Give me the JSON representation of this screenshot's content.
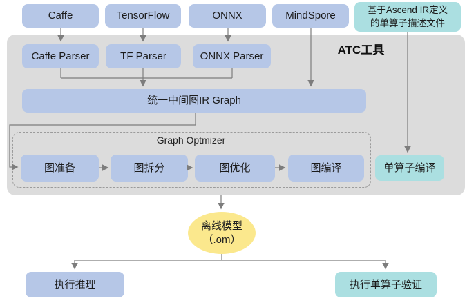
{
  "diagram": {
    "sources": [
      {
        "label": "Caffe"
      },
      {
        "label": "TensorFlow"
      },
      {
        "label": "ONNX"
      },
      {
        "label": "MindSpore"
      }
    ],
    "op_desc_file": {
      "line1": "基于Ascend IR定义",
      "line2": "的单算子描述文件"
    },
    "atc_container": {
      "title": "ATC工具"
    },
    "parsers": [
      {
        "label": "Caffe Parser"
      },
      {
        "label": "TF Parser"
      },
      {
        "label": "ONNX Parser"
      }
    ],
    "ir_graph": {
      "label": "统一中间图IR Graph"
    },
    "graph_optimizer": {
      "title": "Graph Optmizer",
      "steps": [
        {
          "label": "图准备"
        },
        {
          "label": "图拆分"
        },
        {
          "label": "图优化"
        },
        {
          "label": "图编译"
        }
      ]
    },
    "op_compile": {
      "label": "单算子编译"
    },
    "offline_model": {
      "line1": "离线模型",
      "line2": "（.om）"
    },
    "outputs": [
      {
        "label": "执行推理"
      },
      {
        "label": "执行单算子验证"
      }
    ]
  },
  "colors": {
    "source_box": "#b6c7e7",
    "accent_teal": "#abdfe1",
    "container": "#dcdcdc",
    "model_yellow": "#fbe88d",
    "connector": "#7d7d7d"
  }
}
